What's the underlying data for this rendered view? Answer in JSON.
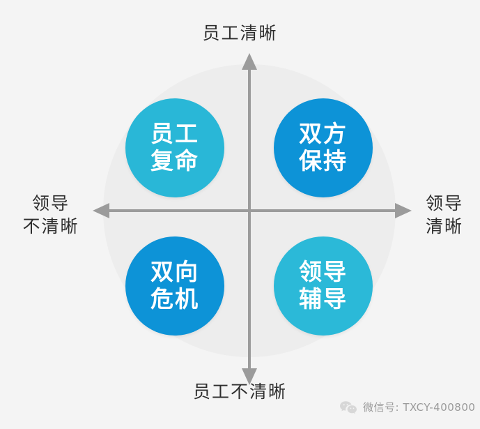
{
  "diagram": {
    "title_top": "员工清晰",
    "title_bottom": "员工不清晰",
    "label_left_line1": "领导",
    "label_left_line2": "不清晰",
    "label_right_line1": "领导",
    "label_right_line2": "清晰",
    "axis_color": "#9b9b9b",
    "halo_color": "#ededed",
    "background_color": "#f4f4f4",
    "label_color": "#2e2e2e",
    "quadrants": [
      {
        "position": "top-left",
        "line1": "员工",
        "line2": "复命",
        "color": "#29b7d7"
      },
      {
        "position": "top-right",
        "line1": "双方",
        "line2": "保持",
        "color": "#0d93d7"
      },
      {
        "position": "bottom-left",
        "line1": "双向",
        "line2": "危机",
        "color": "#0d93d7"
      },
      {
        "position": "bottom-right",
        "line1": "领导",
        "line2": "辅导",
        "color": "#2bb9d8"
      }
    ]
  },
  "watermark": {
    "icon": "wechat-icon",
    "text": "微信号: TXCY-400800",
    "color": "#9a9a9a"
  }
}
